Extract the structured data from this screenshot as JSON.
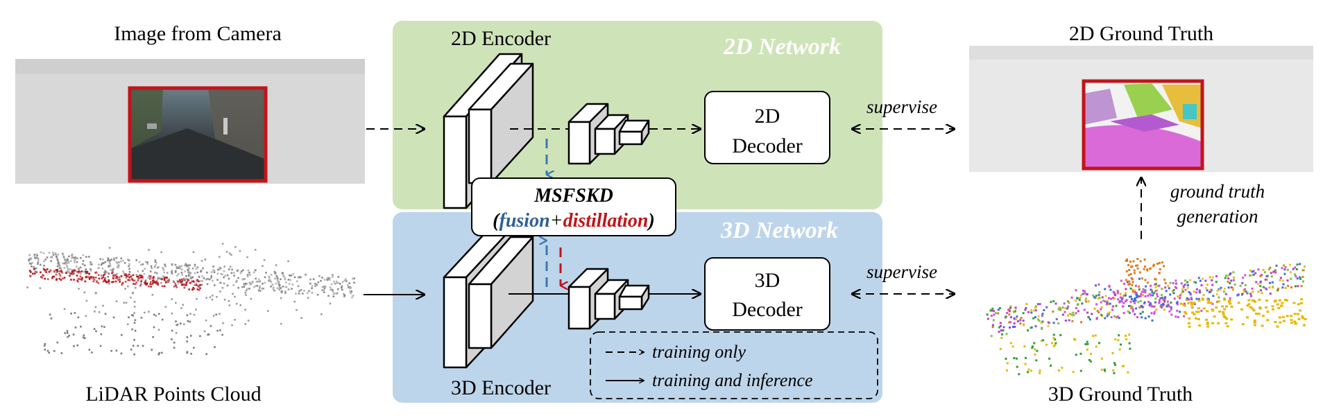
{
  "left": {
    "camera_title": "Image from Camera",
    "lidar_title": "LiDAR Points Cloud"
  },
  "networks": {
    "net2d_label": "2D Network",
    "net3d_label": "3D Network",
    "encoder2d_label": "2D Encoder",
    "encoder3d_label": "3D Encoder",
    "decoder2d_line1": "2D",
    "decoder2d_line2": "Decoder",
    "decoder3d_line1": "3D",
    "decoder3d_line2": "Decoder"
  },
  "msfskd": {
    "title": "MSFSKD",
    "open_paren": "(",
    "fusion": "fusion",
    "plus": "+",
    "distillation": "distillation",
    "close_paren": ")"
  },
  "legend": {
    "training_only": "training only",
    "training_inference": "training and inference"
  },
  "right": {
    "gt2d_title": "2D Ground Truth",
    "gt3d_title": "3D Ground Truth",
    "supervise_top": "supervise",
    "supervise_bottom": "supervise",
    "gt_gen_line1": "ground truth",
    "gt_gen_line2": "generation"
  },
  "colors": {
    "net2d_bg": "#cfe3b8",
    "net3d_bg": "#bdd5ea",
    "highlight_red": "#c0151a",
    "fusion_blue": "#2e5f99",
    "arrow_blue": "#3a78b5"
  }
}
